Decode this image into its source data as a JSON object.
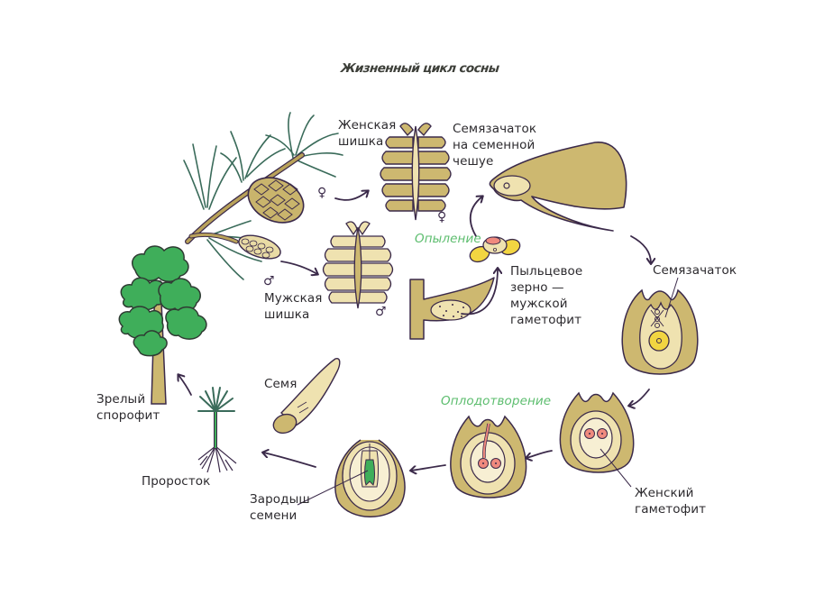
{
  "title": "Жизненный цикл сосны",
  "colors": {
    "outline": "#3b2a4a",
    "tan": "#cdb870",
    "tan_light": "#efe2b0",
    "cream": "#f7efd3",
    "tree_green": "#3fae5a",
    "process_label": "#5cbd6e",
    "cell_pink": "#f08a7e",
    "pollen_yellow": "#f2d541"
  },
  "labels": {
    "female_cone": "Женская\nшишка",
    "ovule_on_scale": "Семязачаток\nна семенной\nчешуе",
    "pollination": "Опыление",
    "pollen_grain": "Пыльцевое\nзерно —\nмужской\nгаметофит",
    "male_cone": "Мужская\nшишка",
    "ovule": "Семязачаток",
    "fertilization": "Оплодотворение",
    "female_gametophyte": "Женский\nгаметофит",
    "seed": "Семя",
    "embryo": "Зародыш\nсемени",
    "seedling": "Проросток",
    "mature_sporophyte": "Зрелый\nспорофит"
  },
  "symbols": {
    "female": "♀",
    "male": "♂"
  },
  "cycle_order": [
    "Зрелый спорофит",
    "Женская шишка / Мужская шишка",
    "Семязачаток на семенной чешуе",
    "Опыление",
    "Семязачаток",
    "Женский гаметофит",
    "Оплодотворение",
    "Зародыш семени",
    "Семя",
    "Проросток"
  ]
}
